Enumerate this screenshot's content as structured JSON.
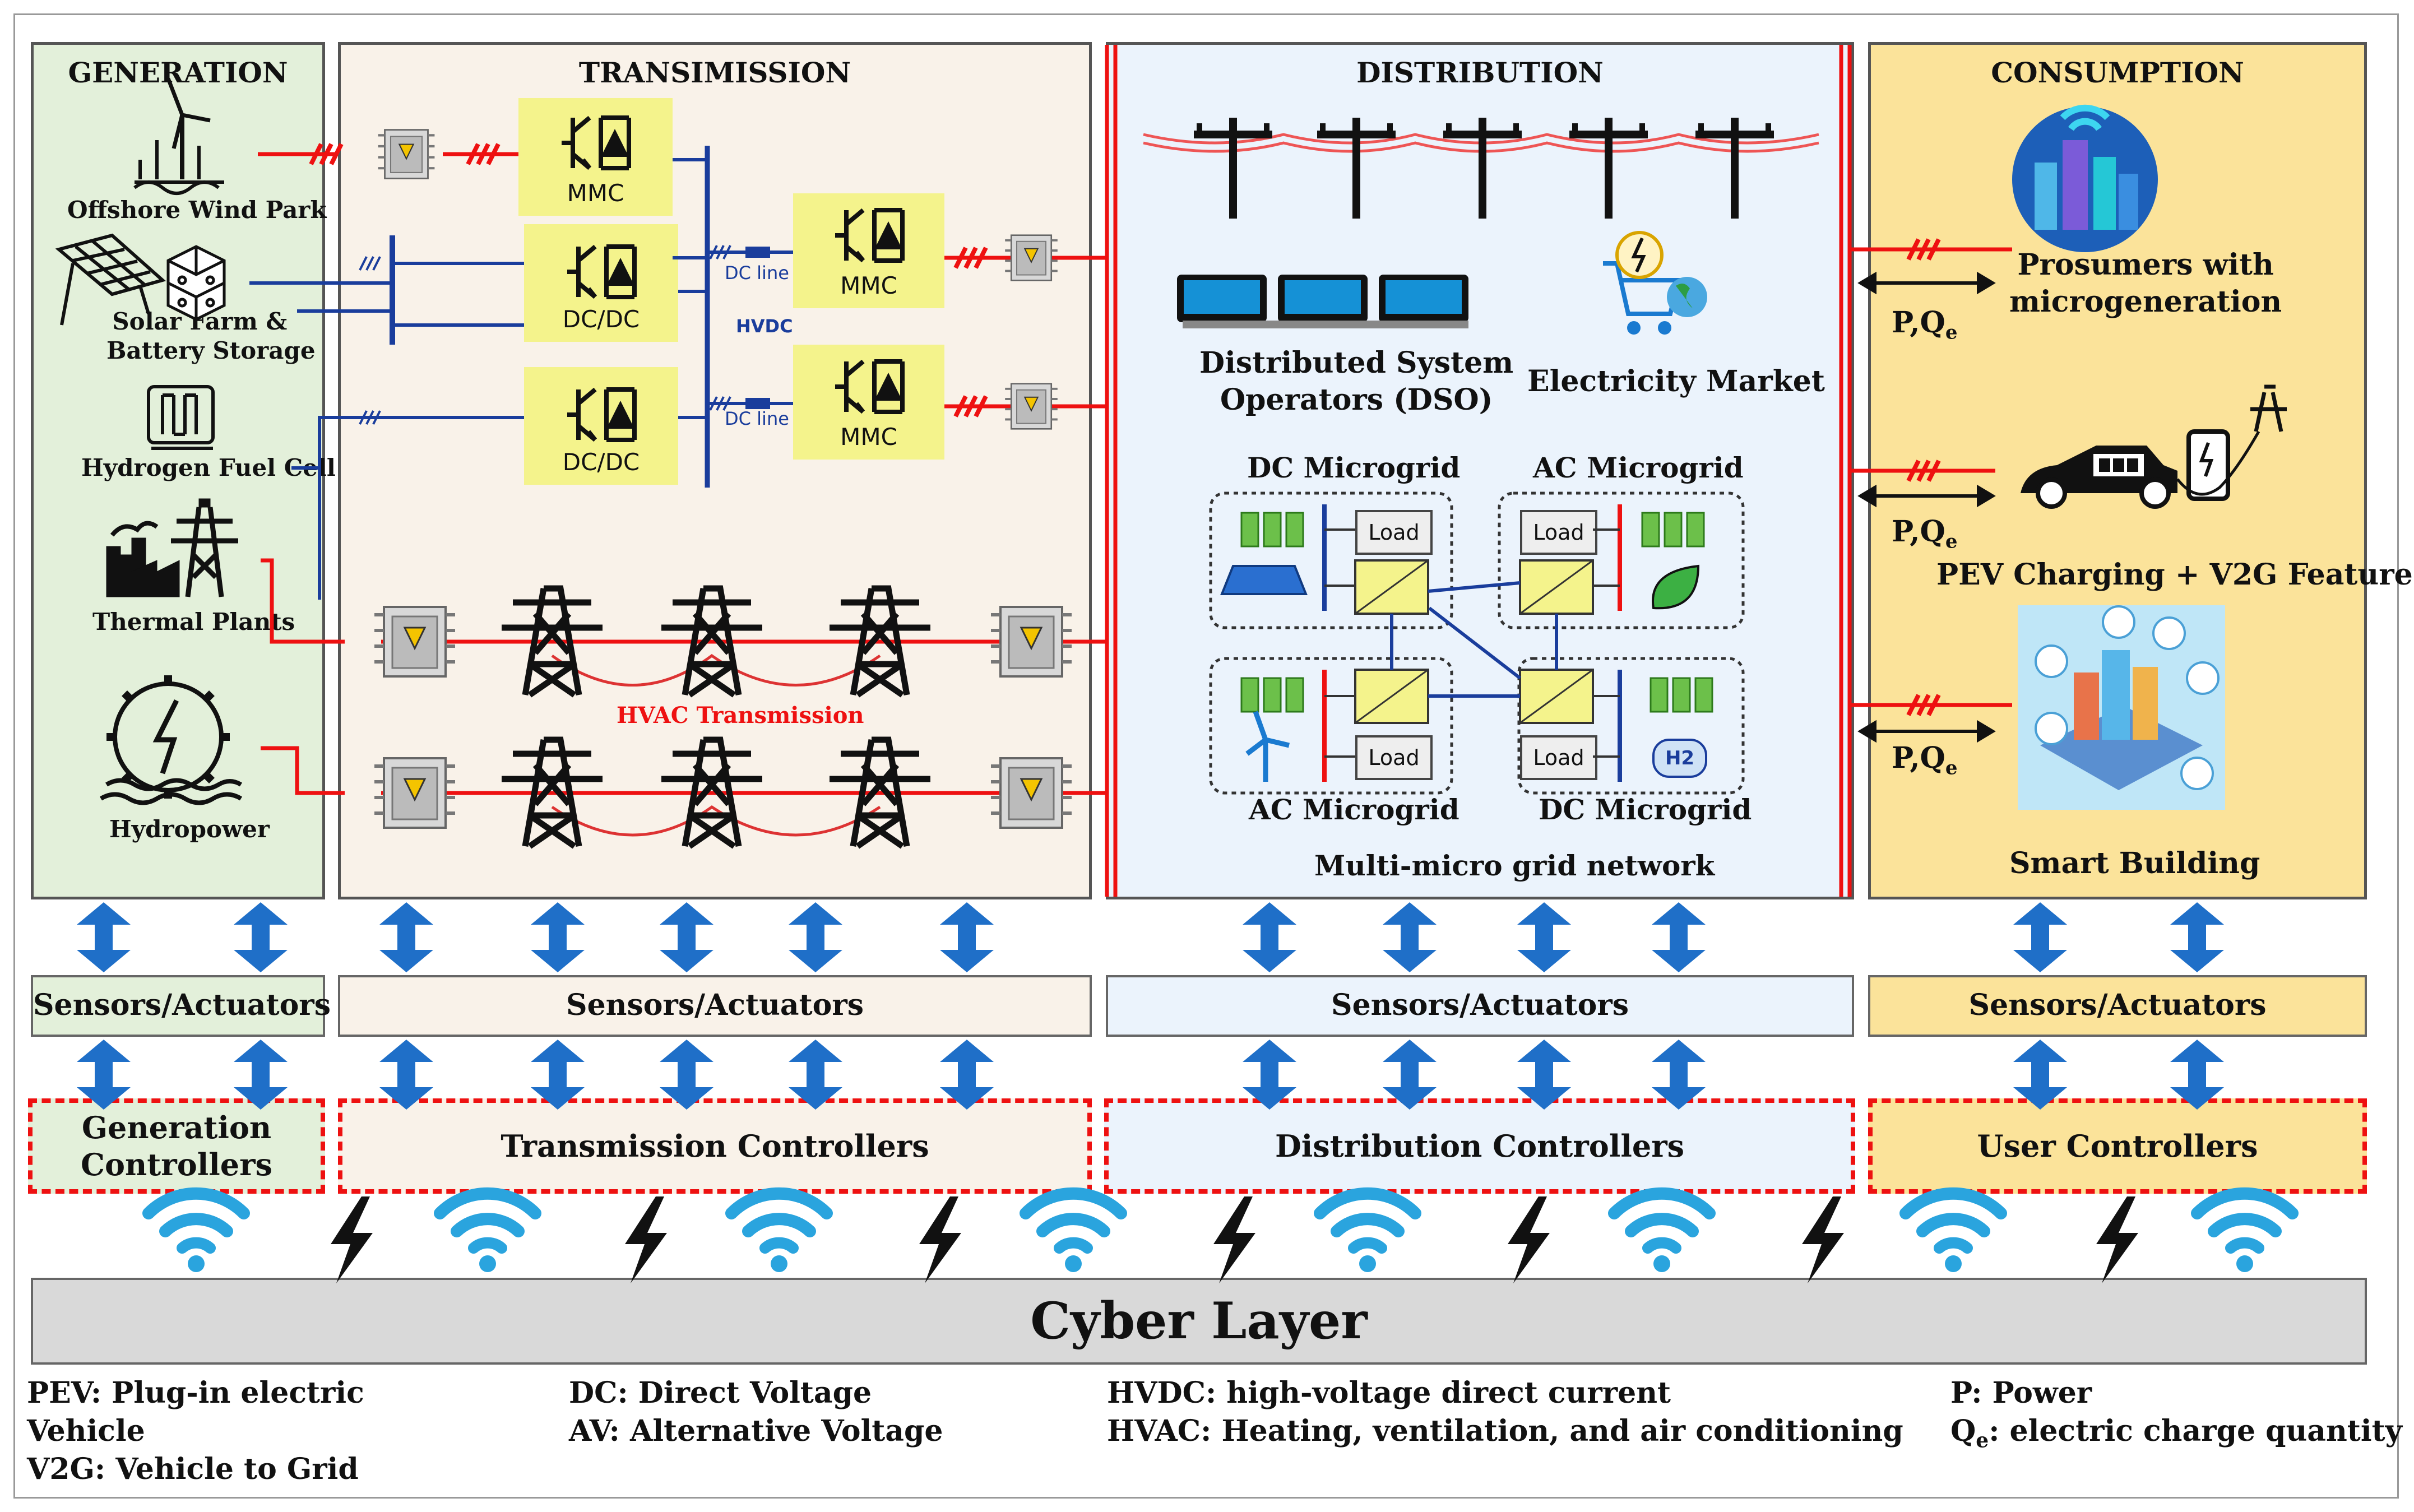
{
  "sections": {
    "generation": "GENERATION",
    "transmission": "TRANSIMISSION",
    "distribution": "DISTRIBUTION",
    "consumption": "CONSUMPTION"
  },
  "generation": {
    "wind": "Offshore Wind Park",
    "solar_line1": "Solar Farm &",
    "solar_line2": "Battery Storage",
    "hydrogen": "Hydrogen Fuel Cell",
    "thermal": "Thermal Plants",
    "hydro": "Hydropower"
  },
  "transmission": {
    "mmc": "MMC",
    "dcdc": "DC/DC",
    "dc_line": "DC line",
    "hvdc": "HVDC",
    "hvac": "HVAC Transmission"
  },
  "distribution": {
    "dso_line1": "Distributed System",
    "dso_line2": "Operators (DSO)",
    "market": "Electricity Market",
    "dc_microgrid": "DC Microgrid",
    "ac_microgrid": "AC Microgrid",
    "load": "Load",
    "h2": "H2",
    "network": "Multi-micro grid network"
  },
  "consumption": {
    "prosumers_line1": "Prosumers with",
    "prosumers_line2": "microgeneration",
    "pev": "PEV Charging + V2G Feature",
    "smart_building": "Smart Building",
    "p": "P,Q",
    "e": "e"
  },
  "sensors": "Sensors/Actuators",
  "controllers": {
    "gen_line1": "Generation",
    "gen_line2": "Controllers",
    "trans": "Transmission Controllers",
    "dist": "Distribution Controllers",
    "user": "User Controllers"
  },
  "cyber": "Cyber Layer",
  "legend": {
    "pev_line1": "PEV: Plug-in electric",
    "pev_line2": "Vehicle",
    "v2g": "V2G: Vehicle to Grid",
    "dc": "DC: Direct Voltage",
    "av": "AV: Alternative Voltage",
    "hvdc": "HVDC: high-voltage direct current",
    "hvac": "HVAC: Heating, ventilation, and air conditioning",
    "p": "P: Power",
    "q_q": "Q",
    "q_e": "e",
    "q_rest": ": electric charge quantity"
  },
  "colors": {
    "generation_bg": "#e3f0da",
    "transmission_bg": "#f9f2e9",
    "distribution_bg": "#ebf3fc",
    "consumption_bg": "#fbe39a",
    "arrow_blue": "#1f6fc8",
    "wire_red": "#e11",
    "cyber_gray": "#d9d9d9",
    "converter_yellow": "#f4f38c"
  }
}
